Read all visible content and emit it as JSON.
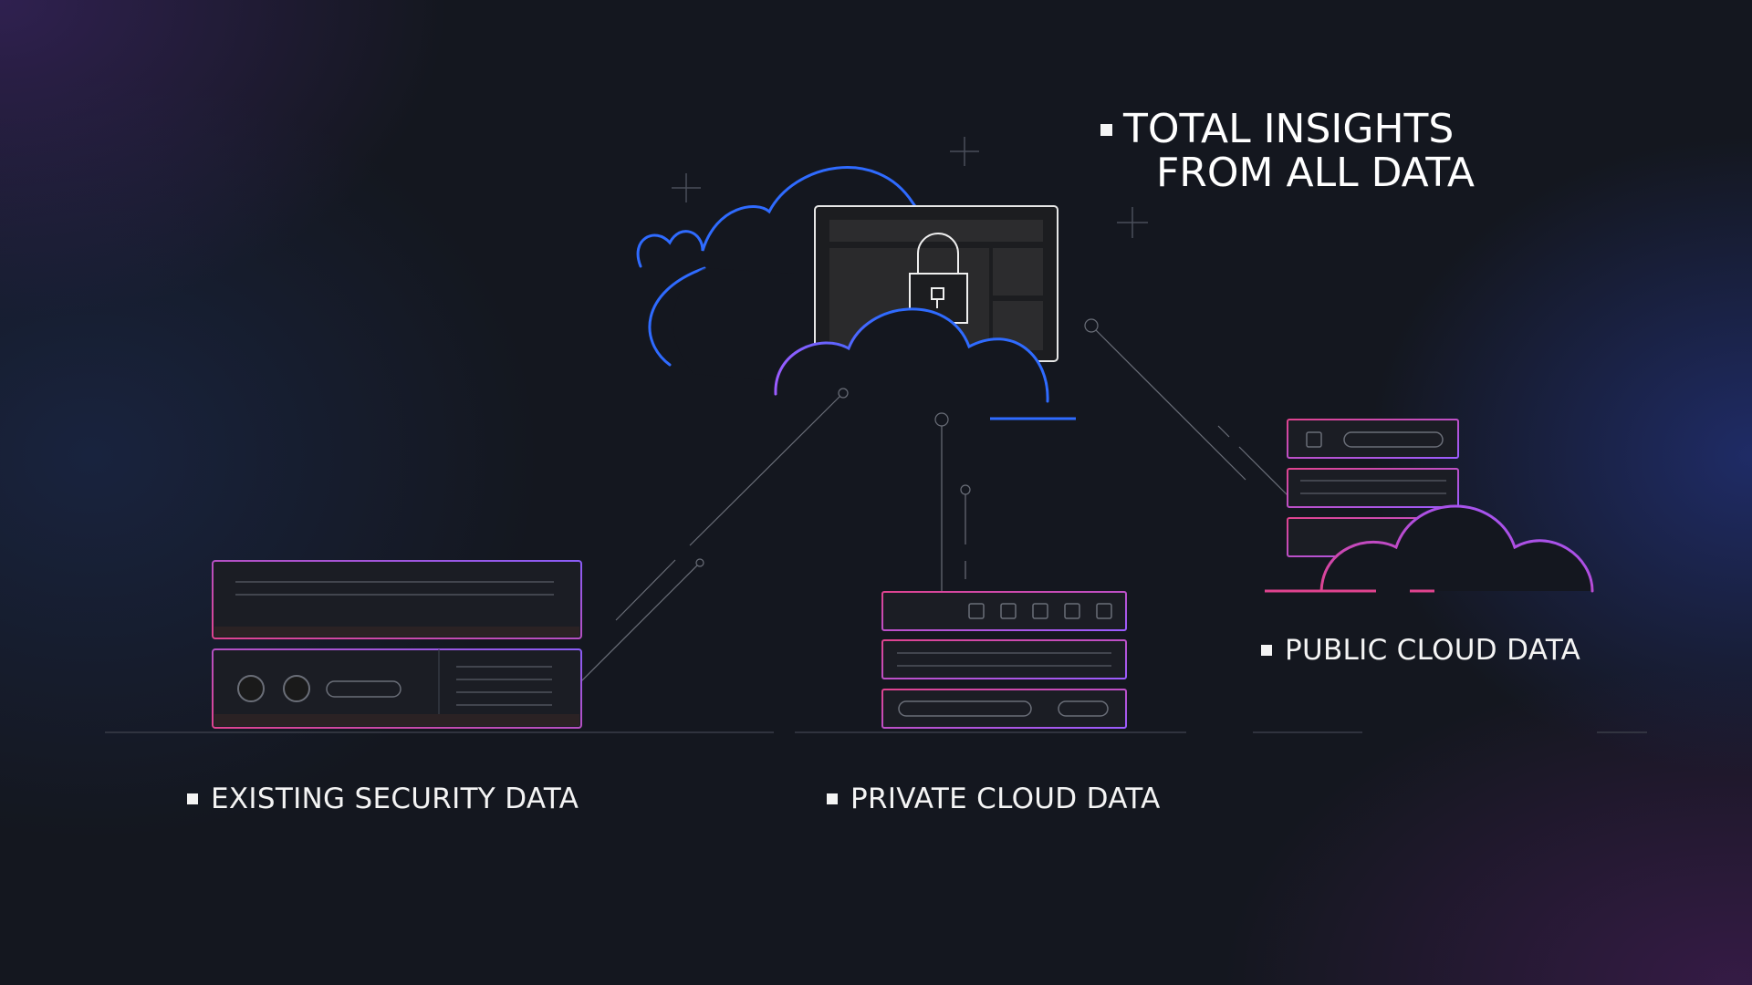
{
  "headline": {
    "line1": "TOTAL INSIGHTS",
    "line2": "FROM ALL DATA"
  },
  "labels": {
    "existing_security": "EXISTING SECURITY DATA",
    "private_cloud": "PRIVATE CLOUD DATA",
    "public_cloud": "PUBLIC CLOUD DATA"
  },
  "colors": {
    "background": "#14171f",
    "blue": "#2f6bff",
    "purple": "#9b5cff",
    "magenta": "#e0438f",
    "text": "#f4f4f4"
  }
}
